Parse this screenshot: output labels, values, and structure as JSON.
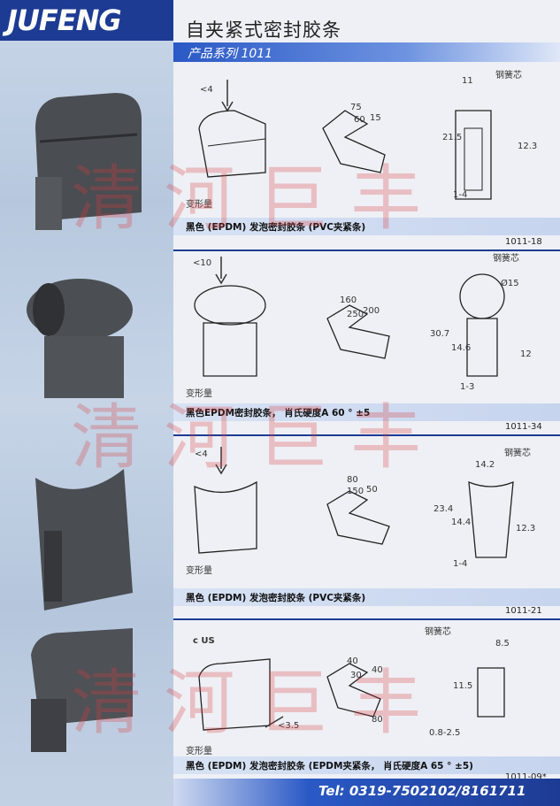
{
  "brand": {
    "logo": "JUFENG"
  },
  "header": {
    "title": "自夹紧式密封胶条",
    "series": "产品系列 1011"
  },
  "products": [
    {
      "code": "1011-18",
      "caption": "黑色 (EPDM) 发泡密封胶条 (PVC夹紧条)",
      "deform_label": "变形量",
      "force_label": "<4",
      "steel_label": "钢簧芯",
      "dims": {
        "width": "11",
        "total_h": "21.5",
        "clamp_h": "12.3",
        "grip": "1-4"
      },
      "angles": [
        "75",
        "60",
        "15"
      ]
    },
    {
      "code": "1011-34",
      "caption": "黑色EPDM密封胶条，  肖氏硬度A 60 ° ±5",
      "deform_label": "变形量",
      "force_label": "<10",
      "steel_label": "钢簧芯",
      "dims": {
        "diameter": "Ø15",
        "total_h": "30.7",
        "h2": "14.6",
        "clamp_h": "12",
        "grip": "1-3"
      },
      "angles": [
        "160",
        "250",
        "200"
      ]
    },
    {
      "code": "1011-21",
      "caption": "黑色 (EPDM) 发泡密封胶条 (PVC夹紧条)",
      "deform_label": "变形量",
      "force_label": "<4",
      "steel_label": "钢簧芯",
      "dims": {
        "width": "14.2",
        "total_h": "23.4",
        "h2": "14.4",
        "clamp_h": "12.3",
        "grip": "1-4"
      },
      "angles": [
        "80",
        "150",
        "50"
      ]
    },
    {
      "code": "1011-09*",
      "caption": "黑色 (EPDM) 发泡密封胶条 (EPDM夹紧条，  肖氏硬度A 65 ° ±5)",
      "deform_label": "变形量",
      "force_label": "<3.5",
      "steel_label": "钢簧芯",
      "dims": {
        "width": "8.5",
        "total_h": "11.5",
        "grip": "0.8-2.5"
      },
      "angles": [
        "40",
        "30",
        "40",
        "80"
      ],
      "cert": "c  US"
    }
  ],
  "watermark": "清 河 巨 丰",
  "footer": {
    "tel": "Tel:  0319-7502102/8161711"
  }
}
